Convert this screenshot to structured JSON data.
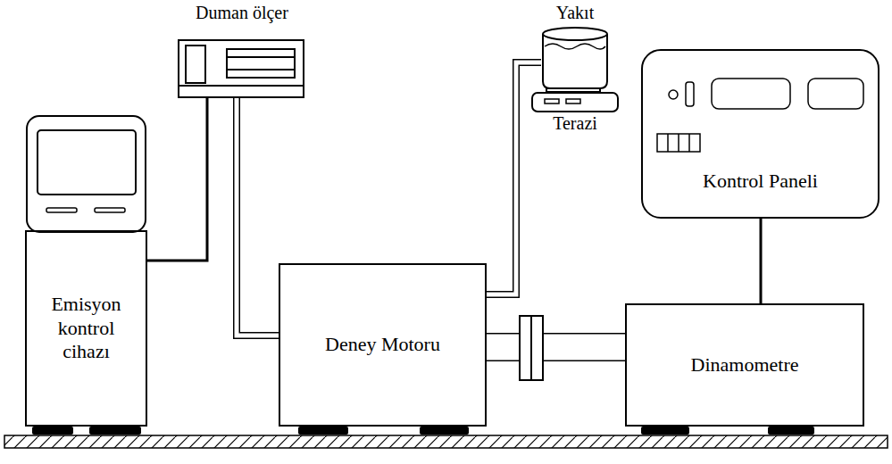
{
  "diagram": {
    "nodes": [
      {
        "text": [
          "Duman ölçer"
        ]
      },
      {
        "text": [
          "Yakıt"
        ]
      },
      {
        "text": [
          "Terazi"
        ]
      },
      {
        "text": [
          "Kontrol Paneli"
        ]
      },
      {
        "text": [
          "Emisyon kontrol cihazı"
        ]
      },
      {
        "text": [
          "Deney Motoru"
        ]
      },
      {
        "text": [
          "Dinamometre"
        ]
      }
    ],
    "edges": [
      {
        "from": 4,
        "to": 0,
        "arrow": "none"
      },
      {
        "from": 0,
        "to": 5,
        "arrow": "none"
      },
      {
        "from": 5,
        "to": 1,
        "arrow": "none"
      },
      {
        "from": 5,
        "to": 6,
        "arrow": "none"
      },
      {
        "from": 3,
        "to": 6,
        "arrow": "none"
      }
    ]
  }
}
